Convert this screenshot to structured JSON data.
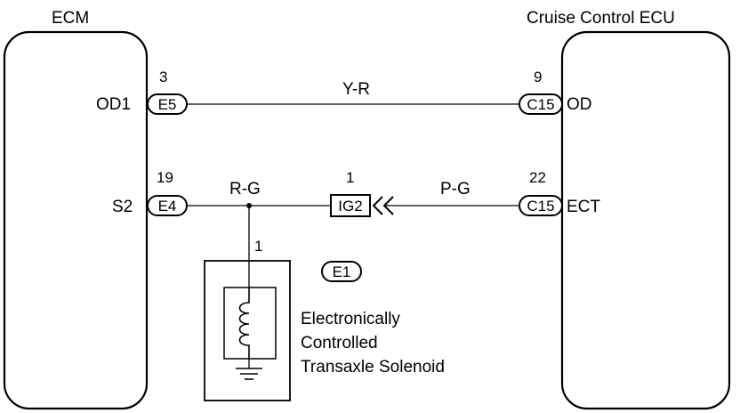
{
  "ecm": {
    "title": "ECM"
  },
  "cruise_ecu": {
    "title": "Cruise Control ECU"
  },
  "circuits": {
    "od": {
      "ecm_terminal": "OD1",
      "ecm_connector": "E5",
      "ecm_pin": "3",
      "wire_color": "Y-R",
      "ecu_connector": "C15",
      "ecu_pin": "9",
      "ecu_terminal": "OD"
    },
    "ect": {
      "ecm_terminal": "S2",
      "ecm_connector": "E4",
      "ecm_pin": "19",
      "wire_color_left": "R-G",
      "junction_connector": "IG2",
      "junction_pin": "1",
      "wire_color_right": "P-G",
      "ecu_connector": "C15",
      "ecu_pin": "22",
      "ecu_terminal": "ECT"
    }
  },
  "solenoid": {
    "pin": "1",
    "connector": "E1",
    "label_lines": [
      "Electronically",
      "Controlled",
      "Transaxle Solenoid"
    ]
  }
}
